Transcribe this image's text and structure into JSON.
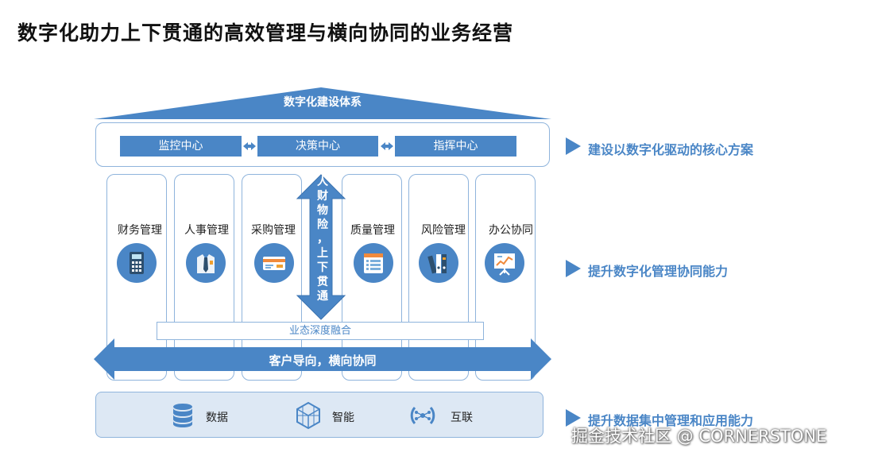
{
  "title": "数字化助力上下贯通的高效管理与横向协同的业务经营",
  "roof_label": "数字化建设体系",
  "centers": [
    "监控中心",
    "决策中心",
    "指挥中心"
  ],
  "modules": [
    {
      "label": "财务管理",
      "icon": "calculator-icon"
    },
    {
      "label": "人事管理",
      "icon": "person-icon"
    },
    {
      "label": "采购管理",
      "icon": "credit-card-icon"
    },
    {
      "label": "质量管理",
      "icon": "checklist-icon"
    },
    {
      "label": "风险管理",
      "icon": "binders-icon"
    },
    {
      "label": "办公协同",
      "icon": "presentation-board-icon"
    }
  ],
  "vertical_arrow_text": [
    "人",
    "财",
    "物",
    "险",
    "，",
    "上",
    "下",
    "贯",
    "通"
  ],
  "fusion_label": "业态深度融合",
  "horizontal_arrow_label": "客户导向，横向协同",
  "capabilities": [
    {
      "label": "数据",
      "icon": "database-icon"
    },
    {
      "label": "智能",
      "icon": "cube-network-icon"
    },
    {
      "label": "互联",
      "icon": "connection-icon"
    }
  ],
  "side_labels": [
    "建设以数字化驱动的核心方案",
    "提升数字化管理协同能力",
    "提升数据集中管理和应用能力"
  ],
  "watermark": "掘金技术社区 @ CORNERSTONE",
  "colors": {
    "accent": "#4a86c6",
    "frame": "#8fb4dc",
    "bottom_fill": "#dde8f4"
  }
}
